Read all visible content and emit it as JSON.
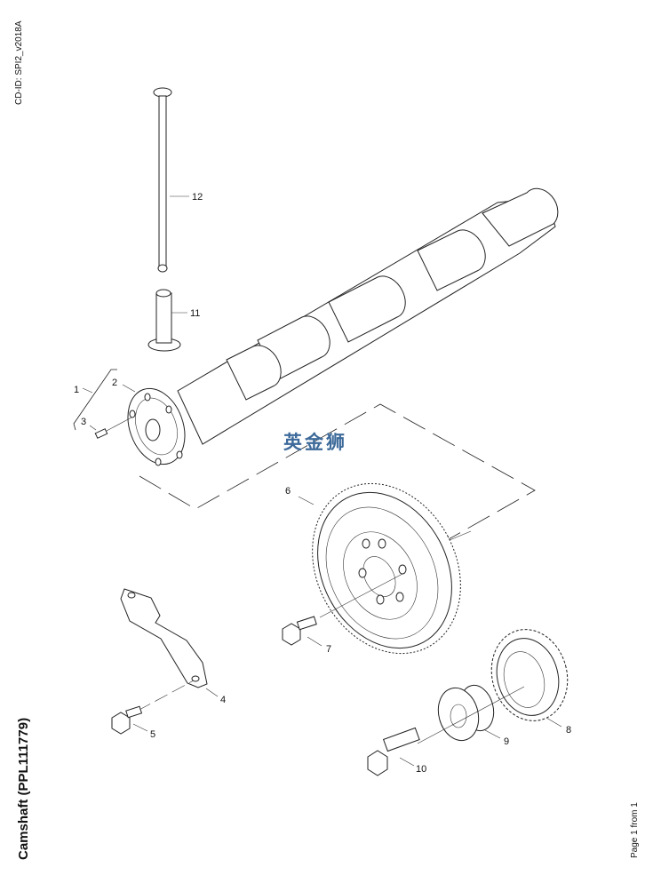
{
  "document": {
    "cd_id": "CD-ID: SPI2_v2018A",
    "title": "Camshaft (PPL111779)",
    "page": "Page 1 from 1",
    "watermark": "英金狮"
  },
  "callouts": [
    {
      "num": "1",
      "part": "camshaft-assembly"
    },
    {
      "num": "2",
      "part": "camshaft"
    },
    {
      "num": "3",
      "part": "dowel-pin"
    },
    {
      "num": "4",
      "part": "bracket"
    },
    {
      "num": "5",
      "part": "bracket-bolt"
    },
    {
      "num": "6",
      "part": "camshaft-gear"
    },
    {
      "num": "7",
      "part": "gear-bolt"
    },
    {
      "num": "8",
      "part": "idler-gear"
    },
    {
      "num": "9",
      "part": "idler-hub"
    },
    {
      "num": "10",
      "part": "hub-bolt"
    },
    {
      "num": "11",
      "part": "tappet"
    },
    {
      "num": "12",
      "part": "push-rod"
    }
  ]
}
